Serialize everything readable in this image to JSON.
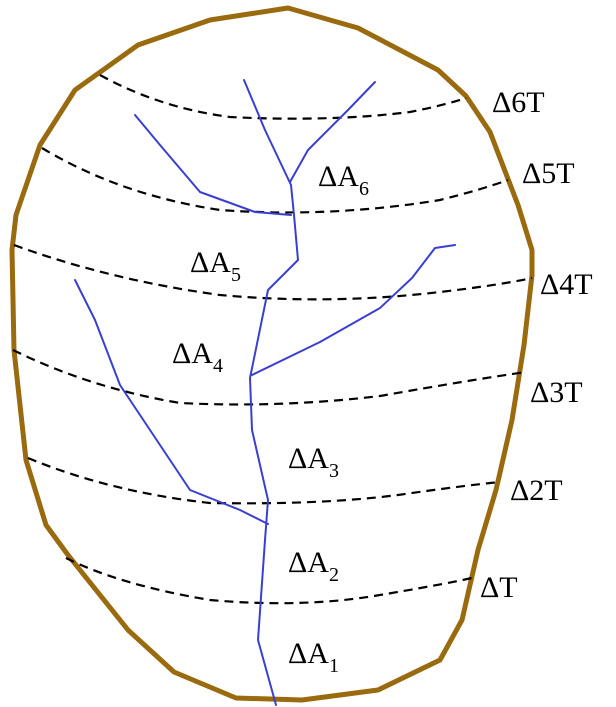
{
  "colors": {
    "boundary": "#9a6a0f",
    "stream": "#3b3fcf",
    "isochrone": "#000000"
  },
  "isochrone_labels": [
    "ΔT",
    "Δ2T",
    "Δ3T",
    "Δ4T",
    "Δ5T",
    "Δ6T"
  ],
  "areas": [
    {
      "base": "ΔA",
      "sub": "1"
    },
    {
      "base": "ΔA",
      "sub": "2"
    },
    {
      "base": "ΔA",
      "sub": "3"
    },
    {
      "base": "ΔA",
      "sub": "4"
    },
    {
      "base": "ΔA",
      "sub": "5"
    },
    {
      "base": "ΔA",
      "sub": "6"
    }
  ]
}
